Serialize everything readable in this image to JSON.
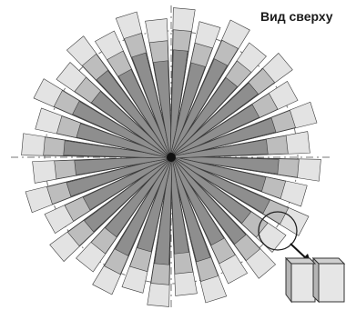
{
  "view_label": "Вид сверху",
  "colors": {
    "outer_blade": "#e3e3e3",
    "mid_blade": "#bdbdbd",
    "inner_blade": "#8e8e8e",
    "stroke": "#3a3a3a",
    "guide": "#777777",
    "hub": "#111111"
  },
  "diagram": {
    "blade_count": 32,
    "layers": [
      "outer_blade",
      "mid_blade",
      "inner_blade"
    ],
    "has_detail_callout": true,
    "icons": [
      "detail-circle-icon",
      "arrow-icon",
      "blade-section-icon"
    ]
  }
}
